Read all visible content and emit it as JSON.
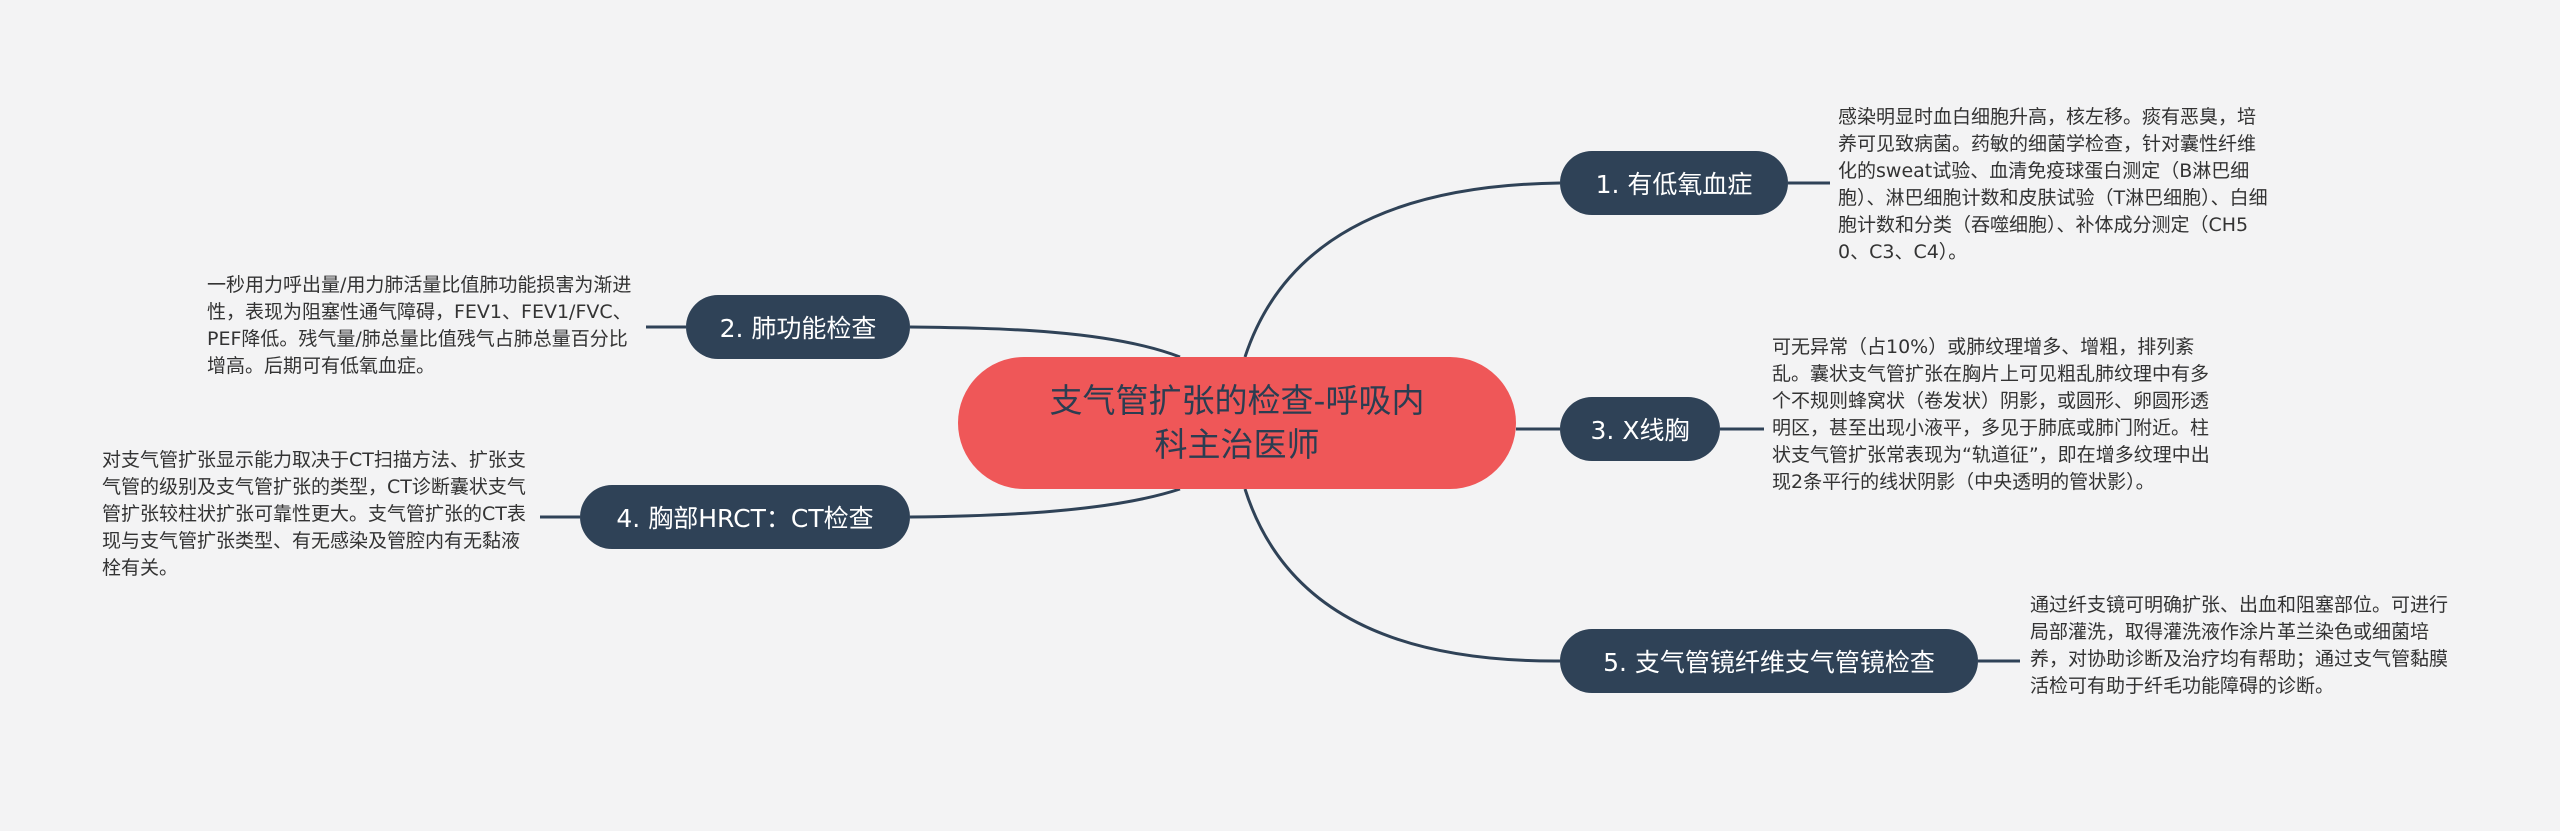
{
  "root": {
    "title_line1": "支气管扩张的检查-呼吸内",
    "title_line2": "科主治医师"
  },
  "branches": [
    {
      "label": "1. 有低氧血症",
      "note": "感染明显时血白细胞升高，核左移。痰有恶臭，培养可见致病菌。药敏的细菌学检查，针对囊性纤维化的sweat试验、血清免疫球蛋白测定（B淋巴细胞）、淋巴细胞计数和皮肤试验（T淋巴细胞）、白细胞计数和分类（吞噬细胞）、补体成分测定（CH50、C3、C4）。"
    },
    {
      "label": "2. 肺功能检查",
      "note": "一秒用力呼出量/用力肺活量比值肺功能损害为渐进性，表现为阻塞性通气障碍，FEV1、FEV1/FVC、PEF降低。残气量/肺总量比值残气占肺总量百分比增高。后期可有低氧血症。"
    },
    {
      "label": "3. X线胸",
      "note": "可无异常（占10%）或肺纹理增多、增粗，排列紊乱。囊状支气管扩张在胸片上可见粗乱肺纹理中有多个不规则蜂窝状（卷发状）阴影，或圆形、卵圆形透明区，甚至出现小液平，多见于肺底或肺门附近。柱状支气管扩张常表现为“轨道征”，即在增多纹理中出现2条平行的线状阴影（中央透明的管状影）。"
    },
    {
      "label": "4. 胸部HRCT：CT检查",
      "note": "对支气管扩张显示能力取决于CT扫描方法、扩张支气管的级别及支气管扩张的类型，CT诊断囊状支气管扩张较柱状扩张可靠性更大。支气管扩张的CT表现与支气管扩张类型、有无感染及管腔内有无黏液栓有关。"
    },
    {
      "label": "5. 支气管镜纤维支气管镜检查",
      "note": "通过纤支镜可明确扩张、出血和阻塞部位。可进行局部灌洗，取得灌洗液作涂片革兰染色或细菌培养，对协助诊断及治疗均有帮助；通过支气管黏膜活检可有助于纤毛功能障碍的诊断。"
    }
  ],
  "colors": {
    "background": "#f3f3f4",
    "root_fill": "#ef5758",
    "branch_fill": "#2f4257",
    "line": "#2f4257"
  }
}
